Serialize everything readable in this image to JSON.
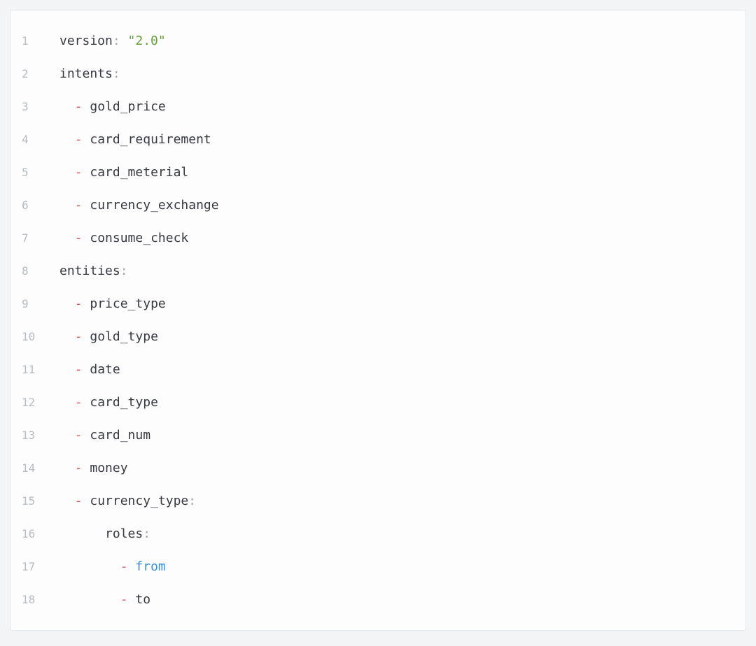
{
  "colors": {
    "page-bg": "#f2f4f6",
    "block-bg": "#fdfdfe",
    "block-border": "#e1e4e8",
    "line-number": "#b6bcc2",
    "tok-plain": "#383a42",
    "tok-key": "#383a42",
    "tok-punct": "#a0a6ad",
    "tok-string": "#66a03c",
    "tok-dash": "#e45649",
    "tok-keyword": "#3a8fd8"
  },
  "code_block": {
    "lines": [
      {
        "num": "1",
        "tokens": [
          {
            "t": "key",
            "v": "version"
          },
          {
            "t": "punct",
            "v": ": "
          },
          {
            "t": "string",
            "v": "\"2.0\""
          }
        ]
      },
      {
        "num": "2",
        "tokens": [
          {
            "t": "key",
            "v": "intents"
          },
          {
            "t": "punct",
            "v": ":"
          }
        ]
      },
      {
        "num": "3",
        "tokens": [
          {
            "t": "ws",
            "v": "  "
          },
          {
            "t": "dash",
            "v": "- "
          },
          {
            "t": "plain",
            "v": "gold_price"
          }
        ]
      },
      {
        "num": "4",
        "tokens": [
          {
            "t": "ws",
            "v": "  "
          },
          {
            "t": "dash",
            "v": "- "
          },
          {
            "t": "plain",
            "v": "card_requirement"
          }
        ]
      },
      {
        "num": "5",
        "tokens": [
          {
            "t": "ws",
            "v": "  "
          },
          {
            "t": "dash",
            "v": "- "
          },
          {
            "t": "plain",
            "v": "card_meterial"
          }
        ]
      },
      {
        "num": "6",
        "tokens": [
          {
            "t": "ws",
            "v": "  "
          },
          {
            "t": "dash",
            "v": "- "
          },
          {
            "t": "plain",
            "v": "currency_exchange"
          }
        ]
      },
      {
        "num": "7",
        "tokens": [
          {
            "t": "ws",
            "v": "  "
          },
          {
            "t": "dash",
            "v": "- "
          },
          {
            "t": "plain",
            "v": "consume_check"
          }
        ]
      },
      {
        "num": "8",
        "tokens": [
          {
            "t": "key",
            "v": "entities"
          },
          {
            "t": "punct",
            "v": ":"
          }
        ]
      },
      {
        "num": "9",
        "tokens": [
          {
            "t": "ws",
            "v": "  "
          },
          {
            "t": "dash",
            "v": "- "
          },
          {
            "t": "plain",
            "v": "price_type"
          }
        ]
      },
      {
        "num": "10",
        "tokens": [
          {
            "t": "ws",
            "v": "  "
          },
          {
            "t": "dash",
            "v": "- "
          },
          {
            "t": "plain",
            "v": "gold_type"
          }
        ]
      },
      {
        "num": "11",
        "tokens": [
          {
            "t": "ws",
            "v": "  "
          },
          {
            "t": "dash",
            "v": "- "
          },
          {
            "t": "plain",
            "v": "date"
          }
        ]
      },
      {
        "num": "12",
        "tokens": [
          {
            "t": "ws",
            "v": "  "
          },
          {
            "t": "dash",
            "v": "- "
          },
          {
            "t": "plain",
            "v": "card_type"
          }
        ]
      },
      {
        "num": "13",
        "tokens": [
          {
            "t": "ws",
            "v": "  "
          },
          {
            "t": "dash",
            "v": "- "
          },
          {
            "t": "plain",
            "v": "card_num"
          }
        ]
      },
      {
        "num": "14",
        "tokens": [
          {
            "t": "ws",
            "v": "  "
          },
          {
            "t": "dash",
            "v": "- "
          },
          {
            "t": "plain",
            "v": "money"
          }
        ]
      },
      {
        "num": "15",
        "tokens": [
          {
            "t": "ws",
            "v": "  "
          },
          {
            "t": "dash",
            "v": "- "
          },
          {
            "t": "key",
            "v": "currency_type"
          },
          {
            "t": "punct",
            "v": ":"
          }
        ]
      },
      {
        "num": "16",
        "tokens": [
          {
            "t": "ws",
            "v": "      "
          },
          {
            "t": "key",
            "v": "roles"
          },
          {
            "t": "punct",
            "v": ":"
          }
        ]
      },
      {
        "num": "17",
        "tokens": [
          {
            "t": "ws",
            "v": "        "
          },
          {
            "t": "dash",
            "v": "- "
          },
          {
            "t": "keyword",
            "v": "from"
          }
        ]
      },
      {
        "num": "18",
        "tokens": [
          {
            "t": "ws",
            "v": "        "
          },
          {
            "t": "dash",
            "v": "- "
          },
          {
            "t": "plain",
            "v": "to"
          }
        ]
      }
    ]
  }
}
